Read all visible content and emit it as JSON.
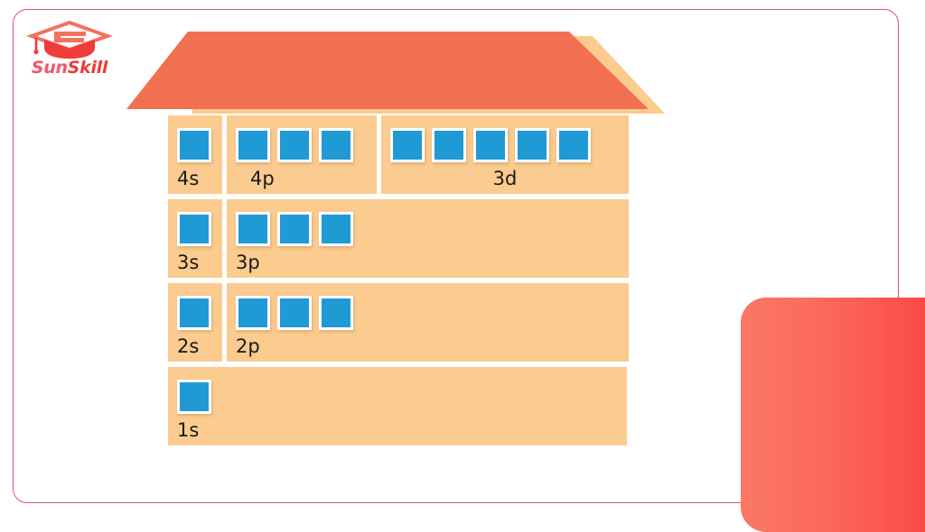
{
  "brand": {
    "name_part1": "Sun",
    "name_part2": "Skill",
    "logo_icon": "graduation-cap-icon",
    "primary_color": "#f4566a",
    "accent_color": "#ef3b3b"
  },
  "frame": {
    "border_color": "#d9566a"
  },
  "house": {
    "roof_color": "#f27052",
    "roof_shadow_color": "#fbcb8f",
    "body_color": "#fbcb8f"
  },
  "orbital_diagram": {
    "box_color": "#1f9ad4",
    "box_border_color": "#ffffff",
    "label_color": "#1a1a1a",
    "rows": [
      {
        "row_index": 0,
        "panels": [
          {
            "label": "4s",
            "boxes": 1,
            "type": "s"
          },
          {
            "label": "4p",
            "boxes": 3,
            "type": "p"
          },
          {
            "label": "3d",
            "boxes": 5,
            "type": "d"
          }
        ]
      },
      {
        "row_index": 1,
        "panels": [
          {
            "label": "3s",
            "boxes": 1,
            "type": "s"
          },
          {
            "label": "3p",
            "boxes": 3,
            "type": "p"
          }
        ]
      },
      {
        "row_index": 2,
        "panels": [
          {
            "label": "2s",
            "boxes": 1,
            "type": "s"
          },
          {
            "label": "2p",
            "boxes": 3,
            "type": "p"
          }
        ]
      },
      {
        "row_index": 3,
        "panels": [
          {
            "label": "1s",
            "boxes": 1,
            "type": "full"
          }
        ]
      }
    ]
  },
  "decoration": {
    "block_gradient_start": "#fb7764",
    "block_gradient_end": "#f8332f"
  }
}
